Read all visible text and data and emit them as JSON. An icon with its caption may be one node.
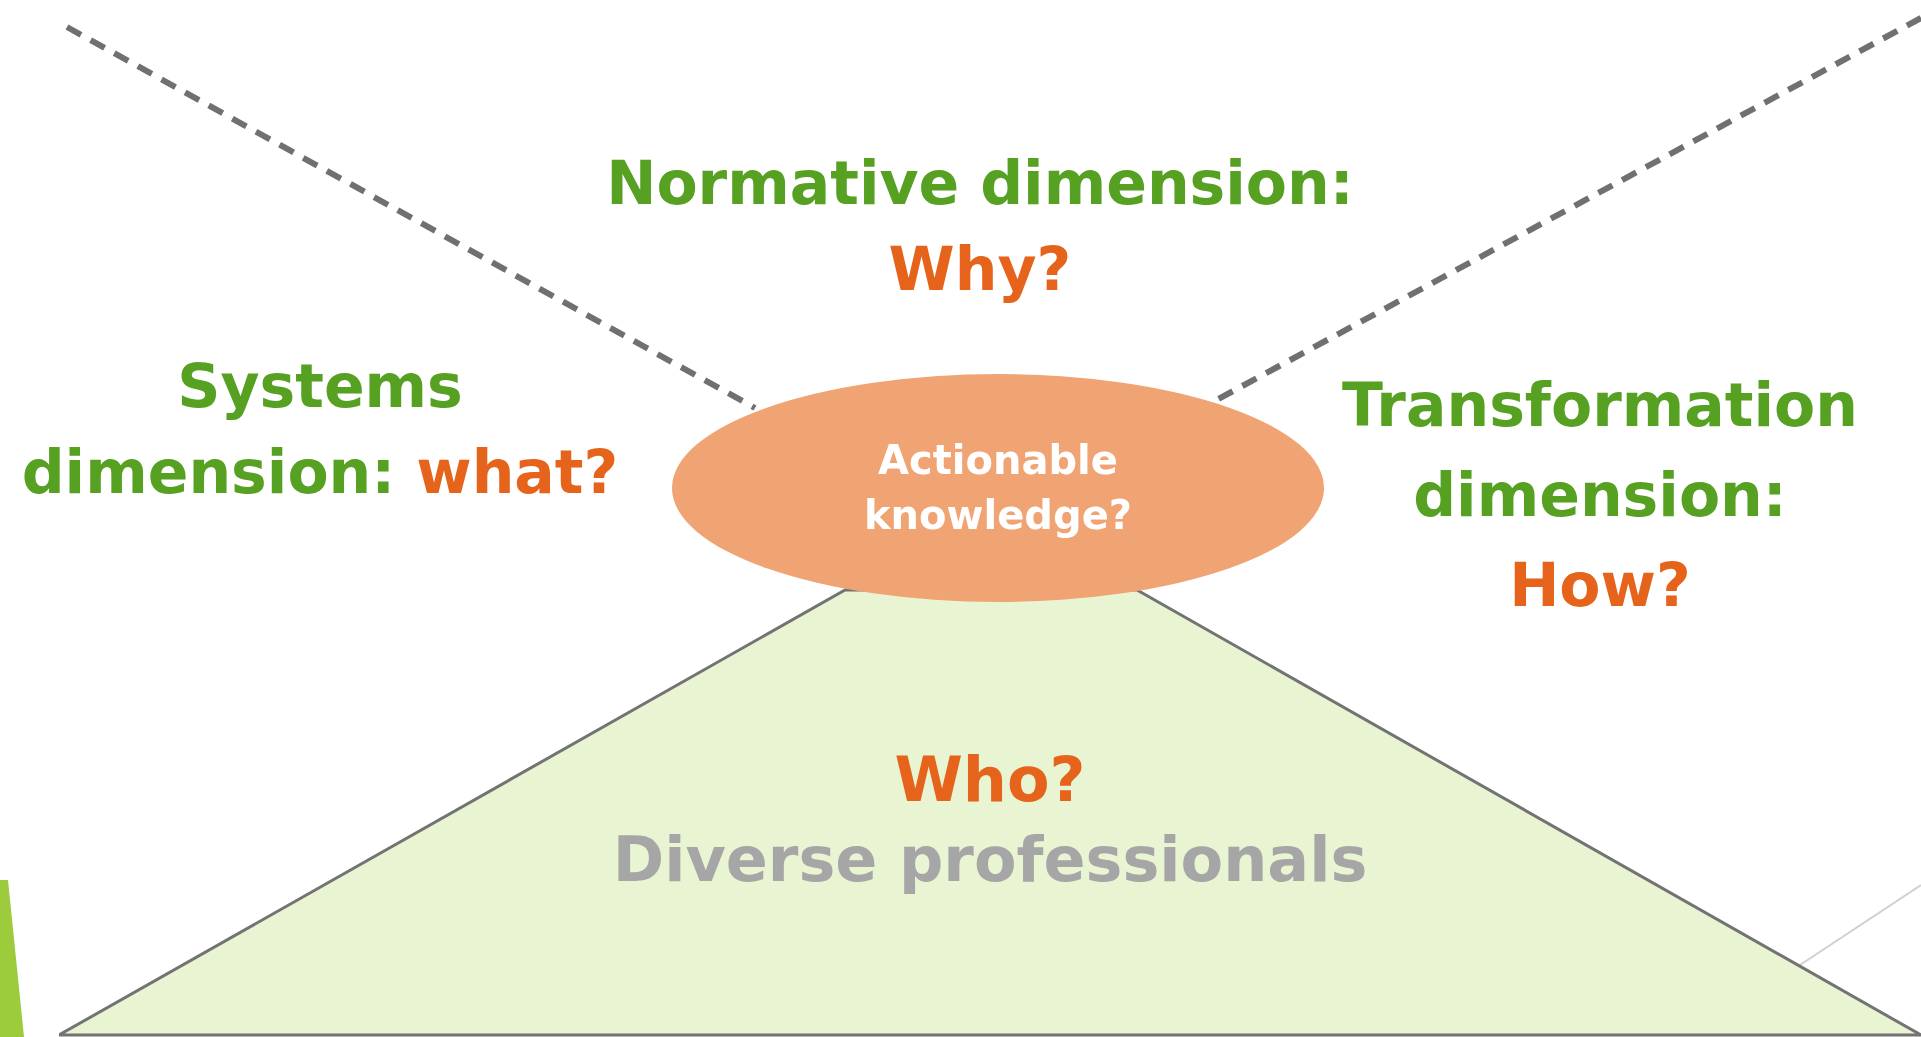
{
  "diagram": {
    "nodes": [
      {
        "text": [
          "Actionable knowledge?"
        ]
      },
      {
        "text": [
          "Who?",
          "Diverse professionals"
        ]
      }
    ],
    "labels": [
      "Normative dimension:",
      "Why?",
      "Systems dimension:",
      "what?",
      "Transformation dimension:",
      "How?"
    ]
  }
}
